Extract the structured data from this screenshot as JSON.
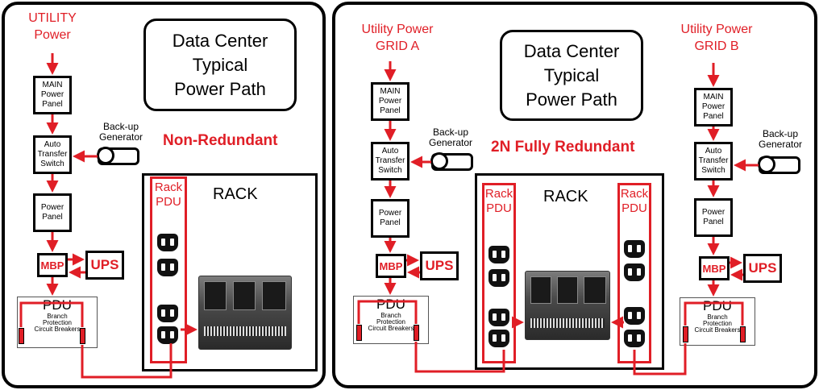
{
  "colors": {
    "accent": "#e01e26",
    "border": "#000000"
  },
  "left": {
    "utility": "UTILITY\nPower",
    "title": "Data Center\nTypical\nPower Path",
    "heading": "Non-Redundant",
    "main_panel": "MAIN\nPower\nPanel",
    "ats": "Auto\nTransfer\nSwitch",
    "generator": "Back-up\nGenerator",
    "power_panel": "Power\nPanel",
    "mbp": "MBP",
    "ups": "UPS",
    "pdu_title": "PDU",
    "pdu_sub": "Branch\nProtection\nCircuit Breakers",
    "rack": "RACK",
    "rack_pdu": "Rack\nPDU"
  },
  "right": {
    "utility_a": "Utility Power\nGRID A",
    "utility_b": "Utility Power\nGRID B",
    "title": "Data Center\nTypical\nPower Path",
    "heading": "2N Fully Redundant",
    "main_panel": "MAIN\nPower\nPanel",
    "ats": "Auto\nTransfer\nSwitch",
    "generator": "Back-up\nGenerator",
    "power_panel": "Power\nPanel",
    "mbp": "MBP",
    "ups": "UPS",
    "pdu_title": "PDU",
    "pdu_sub": "Branch\nProtection\nCircuit Breakers",
    "rack": "RACK",
    "rack_pdu": "Rack\nPDU"
  }
}
